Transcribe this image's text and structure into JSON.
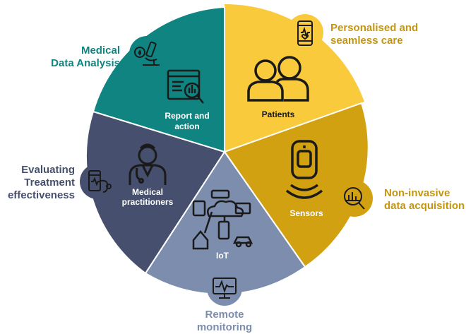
{
  "segments": {
    "patients": "Patients",
    "sensors": "Sensors",
    "iot": "IoT",
    "medical_practitioners": [
      "Medical",
      "practitioners"
    ],
    "report_action": [
      "Report and",
      "action"
    ]
  },
  "outer_labels": {
    "personalised": [
      "Personalised and",
      "seamless care"
    ],
    "non_invasive": [
      "Non-invasive",
      "data acquisition"
    ],
    "remote": [
      "Remote",
      "monitoring"
    ],
    "evaluating": [
      "Evaluating",
      "Treatment",
      "effectiveness"
    ],
    "medical_data": [
      "Medical",
      "Data Analysis"
    ]
  },
  "colors": {
    "patients": "#F9CB3C",
    "sensors": "#D2A112",
    "iot": "#7D8DAE",
    "practitioners": "#46506E",
    "report": "#0F8480",
    "gold_text": "#C4960E",
    "teal_text": "#0F8480",
    "slate_text": "#46506E",
    "grey_text": "#7D8DAE"
  },
  "icons": [
    "patients-icon",
    "sensor-icon",
    "iot-network-icon",
    "doctor-icon",
    "report-analysis-icon",
    "heart-phone-icon",
    "chart-magnifier-icon",
    "monitor-heartbeat-icon",
    "phone-stethoscope-icon",
    "microscope-icon"
  ]
}
